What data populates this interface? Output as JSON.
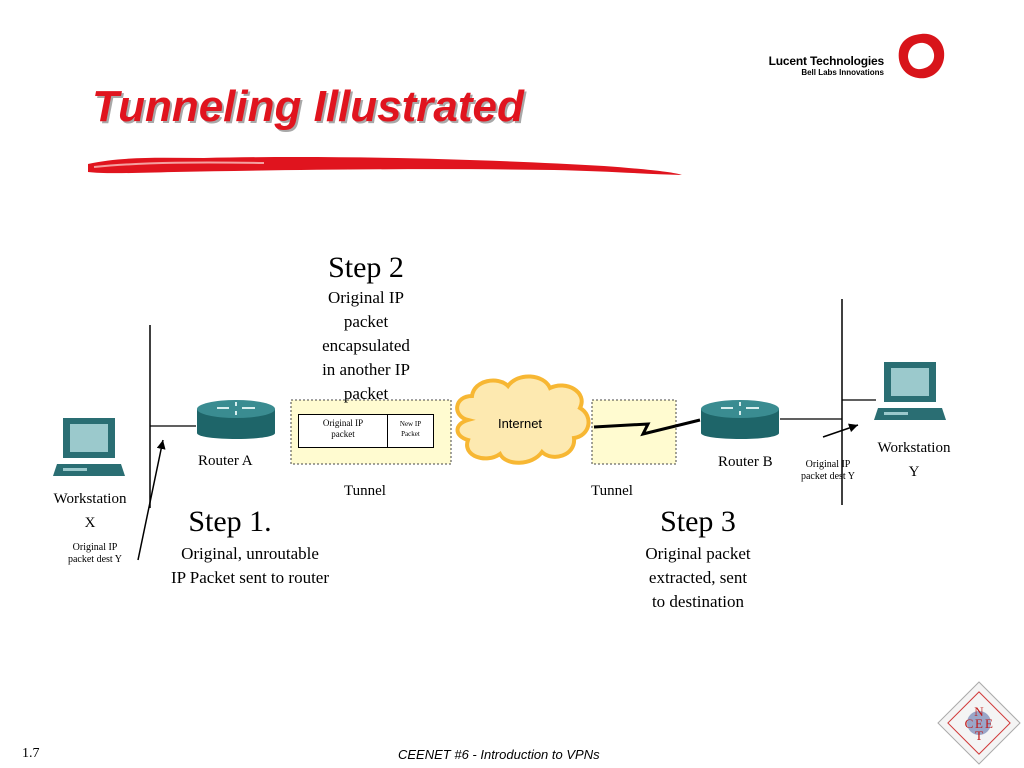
{
  "slide": {
    "title": "Tunneling Illustrated",
    "slide_number": "1.7",
    "footer": "CEENET #6 - Introduction to VPNs"
  },
  "logo": {
    "company": "Lucent Technologies",
    "tagline": "Bell Labs Innovations"
  },
  "ceenet_logo": {
    "letters": [
      "N",
      "C",
      "E",
      "E",
      "T"
    ]
  },
  "diagram": {
    "workstation_x": {
      "label_line1": "Workstation",
      "label_line2": "X",
      "packet_line1": "Original IP",
      "packet_line2": "packet dest Y"
    },
    "workstation_y": {
      "label_line1": "Workstation",
      "label_line2": "Y",
      "packet_line1": "Original IP",
      "packet_line2": "packet dest Y"
    },
    "router_a": "Router A",
    "router_b": "Router B",
    "internet": "Internet",
    "tunnel_left": "Tunnel",
    "tunnel_right": "Tunnel",
    "packet_inner": {
      "line1": "Original IP",
      "line2": "packet"
    },
    "packet_outer": {
      "line1": "New IP",
      "line2": "Packet"
    },
    "step1": {
      "heading": "Step 1.",
      "line1": "Original, unroutable",
      "line2": "IP Packet sent to router"
    },
    "step2": {
      "heading": "Step 2",
      "line1": "Original IP",
      "line2": "packet",
      "line3": "encapsulated",
      "line4": "in another IP",
      "line5": "packet"
    },
    "step3": {
      "heading": "Step 3",
      "line1": "Original packet",
      "line2": "extracted, sent",
      "line3": "to destination"
    }
  },
  "colors": {
    "title_red": "#e0141e",
    "router_teal": "#2b7b80",
    "tunnel_fill": "#fffbd0",
    "cloud_orange": "#f7b733",
    "cloud_fill": "#fde9b0"
  },
  "icons": [
    "workstation-icon",
    "router-icon",
    "internet-cloud-icon",
    "lightning-link-icon",
    "arrow-icon",
    "lucent-ring-logo",
    "ceenet-logo"
  ]
}
